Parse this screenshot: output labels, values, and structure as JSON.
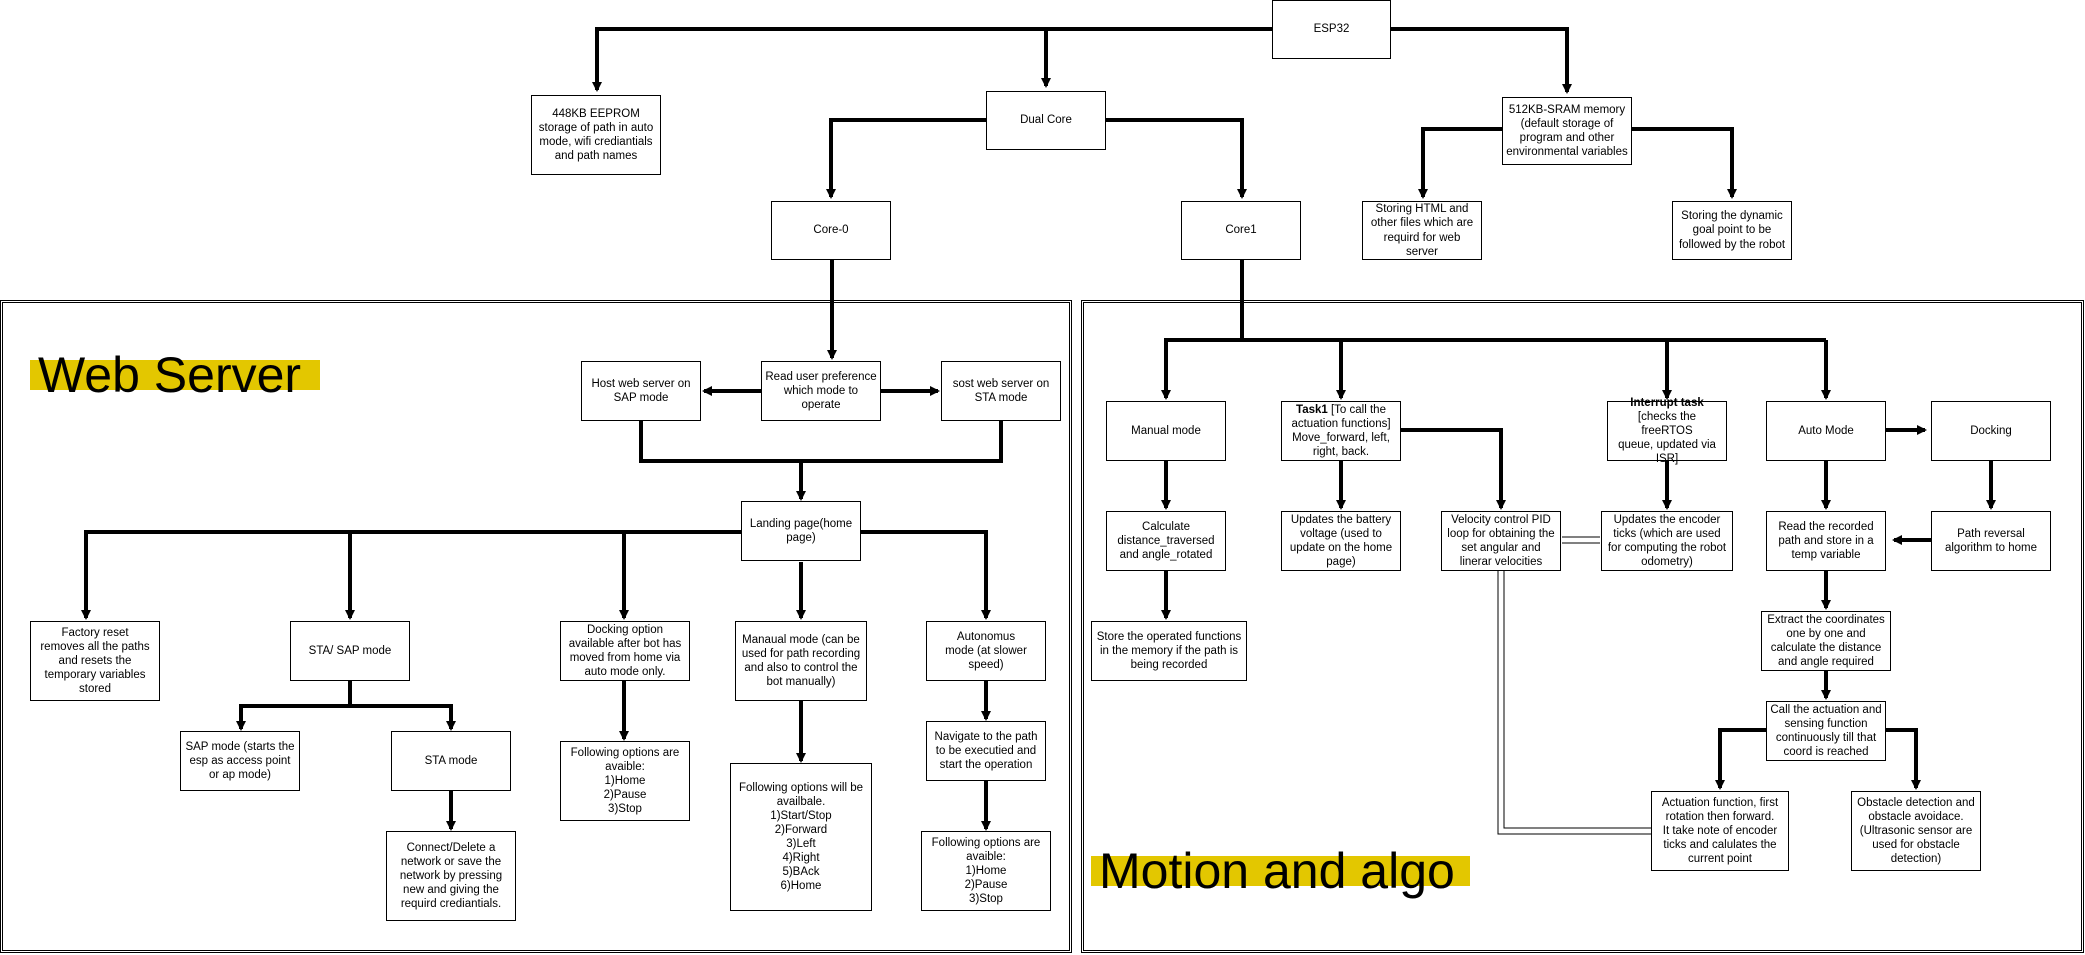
{
  "diagram": {
    "nodes": {
      "esp32": "ESP32",
      "eeprom": "448KB EEPROM\nstorage of path in auto\nmode, wifi crediantials\nand path names",
      "dual_core": "Dual Core",
      "sram": "512KB-SRAM memory\n(default storage of\nprogram and other\nenvironmental variables",
      "core0": "Core-0",
      "core1": "Core1",
      "html_files": "Storing HTML and\nother files which are\nrequird for web\nserver",
      "dynamic_goal": "Storing the dynamic\ngoal point to be\nfollowed by the robot",
      "host_sap": "Host web server on\nSAP mode",
      "read_pref": "Read user preference\nwhich mode to\noperate",
      "host_sta": "sost web server on\nSTA mode",
      "landing": "Landing page(home\npage)",
      "factory_reset": "Factory reset\nremoves all the paths\nand resets the\ntemporary variables\nstored",
      "sta_sap_mode": "STA/ SAP mode",
      "docking_option": "Docking option\navailable after bot has\nmoved from home via\nauto mode only.",
      "manual_mode_web": "Manaual mode (can be\nused for path recording\nand also to control the\nbot manually)",
      "autonomus": "Autonomus\nmode (at slower\nspeed)",
      "sap_mode": "SAP mode (starts the\nesp as access point\nor ap mode)",
      "sta_mode": "STA mode",
      "docking_opts": "Following options are\navaible:\n1)Home\n2)Pause\n3)Stop",
      "manual_opts": "Following options will be\navailbale.\n1)Start/Stop\n2)Forward\n3)Left\n4)Right\n5)BAck\n6)Home",
      "navigate": "Navigate to the path\nto be executied and\nstart the operation",
      "connect_delete": "Connect/Delete a\nnetwork or save the\nnetwork by pressing\nnew and giving the\nrequird crediantials.",
      "auto_opts": "Following options are\navaible:\n1)Home\n2)Pause\n3)Stop",
      "manual_mode": "Manual mode",
      "task1_bold": "Task1",
      "task1_rest": " [To call the\nactuation functions]\nMove_forward, left,\nright, back.",
      "interrupt_bold": "Interrupt task",
      "interrupt_rest": "\n[checks the freeRTOS\nqueue, updated via\nISR]",
      "auto_mode": "Auto Mode",
      "docking": "Docking",
      "calc_dist": "Calculate\ndistance_traversed\nand angle_rotated",
      "battery": "Updates the battery\nvoltage (used to\nupdate on the home\npage)",
      "pid": "Velocity control PID\nloop for obtaining the\nset angular and\nlinerar velocities",
      "encoder": "Updates the encoder\nticks (which are used\nfor computing the  robot\nodometry)",
      "read_path": "Read the recorded\npath and store in a\ntemp variable",
      "path_reversal": "Path reversal\nalgorithm to home",
      "store_ops": "Store the operated functions\nin the memory if the path is\nbeing recorded",
      "extract": "Extract the coordinates\none by one and\ncalculate the distance\nand angle required",
      "call_actuation": "Call the actuation and\nsensing function\ncontinuously till that\ncoord is reached",
      "actuation_fn": "Actuation function, first\nrotation then forward.\nIt take note of encoder\nticks and calulates the\ncurrent point",
      "obstacle": "Obstacle detection and\nobstacle avoidace.\n(Ultrasonic sensor are\nused for obstacle\ndetection)"
    },
    "sections": {
      "web_server": "Web Server",
      "motion": "Motion and algo"
    },
    "colors": {
      "banner": "#e3c700",
      "line": "#000000"
    }
  }
}
